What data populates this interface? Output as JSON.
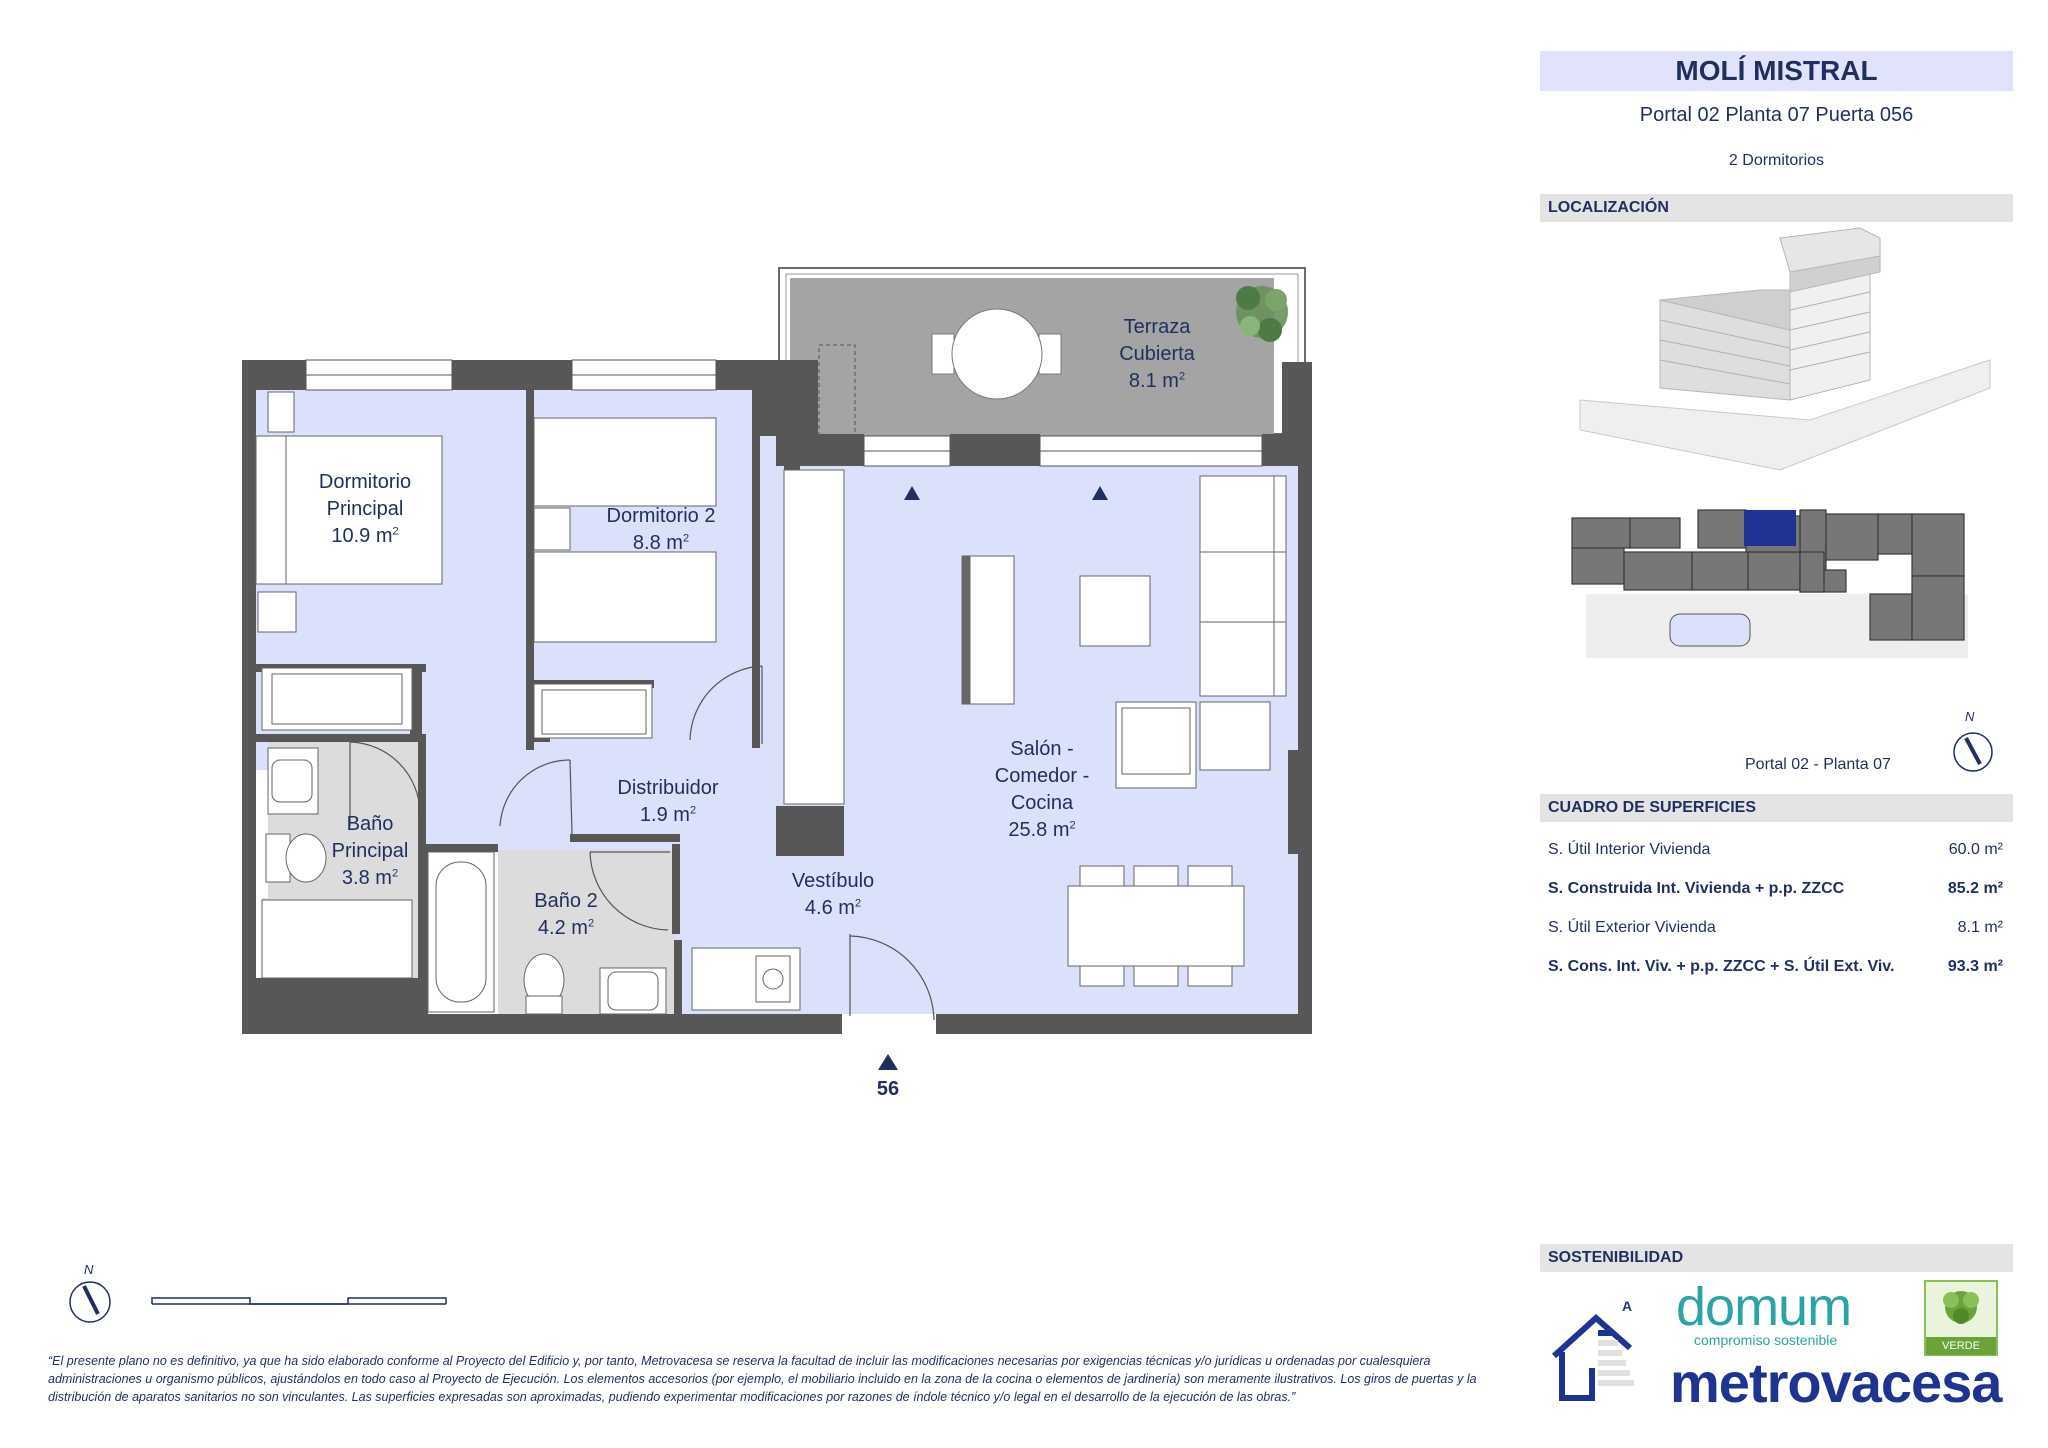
{
  "header": {
    "project_name": "MOLÍ MISTRAL",
    "unit": "Portal 02 Planta 07 Puerta 056",
    "bedrooms": "2 Dormitorios"
  },
  "sections": {
    "location": "LOCALIZACIÓN",
    "surfaces": "CUADRO DE SUPERFICIES",
    "sustainability": "SOSTENIBILIDAD"
  },
  "location": {
    "floor_label": "Portal 02 - Planta 07",
    "north": "N"
  },
  "rooms": [
    {
      "name_lines": [
        "Dormitorio",
        "Principal"
      ],
      "area": "10.9 m"
    },
    {
      "name_lines": [
        "Dormitorio 2"
      ],
      "area": "8.8 m"
    },
    {
      "name_lines": [
        "Terraza",
        "Cubierta"
      ],
      "area": "8.1 m"
    },
    {
      "name_lines": [
        "Distribuidor"
      ],
      "area": "1.9 m"
    },
    {
      "name_lines": [
        "Salón -",
        "Comedor -",
        "Cocina"
      ],
      "area": "25.8 m"
    },
    {
      "name_lines": [
        "Baño",
        "Principal"
      ],
      "area": "3.8 m"
    },
    {
      "name_lines": [
        "Baño 2"
      ],
      "area": "4.2 m"
    },
    {
      "name_lines": [
        "Vestíbulo"
      ],
      "area": "4.6 m"
    }
  ],
  "area_unit_sup": "2",
  "entrance_number": "56",
  "plan_north": "N",
  "surfaces": [
    {
      "label": "S. Útil Interior Vivienda",
      "value": "60.0 m²",
      "bold": false
    },
    {
      "label": "S. Construida Int. Vivienda + p.p. ZZCC",
      "value": "85.2 m²",
      "bold": true
    },
    {
      "label": "S. Útil Exterior Vivienda",
      "value": "8.1 m²",
      "bold": false
    },
    {
      "label": "S. Cons. Int. Viv. + p.p. ZZCC + S. Útil Ext. Viv.",
      "value": "93.3 m²",
      "bold": true
    }
  ],
  "disclaimer": "“El presente plano no es definitivo, ya que ha sido elaborado conforme al Proyecto del Edificio y, por tanto, Metrovacesa se reserva la facultad de incluir las modificaciones necesarias por exigencias técnicas y/o jurídicas u ordenadas por cualesquiera administraciones u organismo públicos, ajustándolos en todo caso al Proyecto de Ejecución. Los elementos accesorios (por ejemplo, el mobiliario incluido en la zona de la cocina o elementos de jardinería) son meramente ilustrativos. Los giros de puertas y la distribución de aparatos sanitarios no son vinculantes. Las superficies expresadas son aproximadas, pudiendo experimentar modificaciones por razones de índole técnico y/o legal en el desarrollo de la ejecución de las obras.”",
  "logos": {
    "energy_class": "A",
    "domum": "domum",
    "domum_tagline": "compromiso sostenible",
    "verde": "VERDE",
    "brand": "metrovacesa"
  },
  "colors": {
    "room_fill": "#dbe0fb",
    "wall": "#575757",
    "terrace": "#a4a4a4",
    "navy": "#1f2f5e",
    "highlight_unit": "#1f3490"
  }
}
